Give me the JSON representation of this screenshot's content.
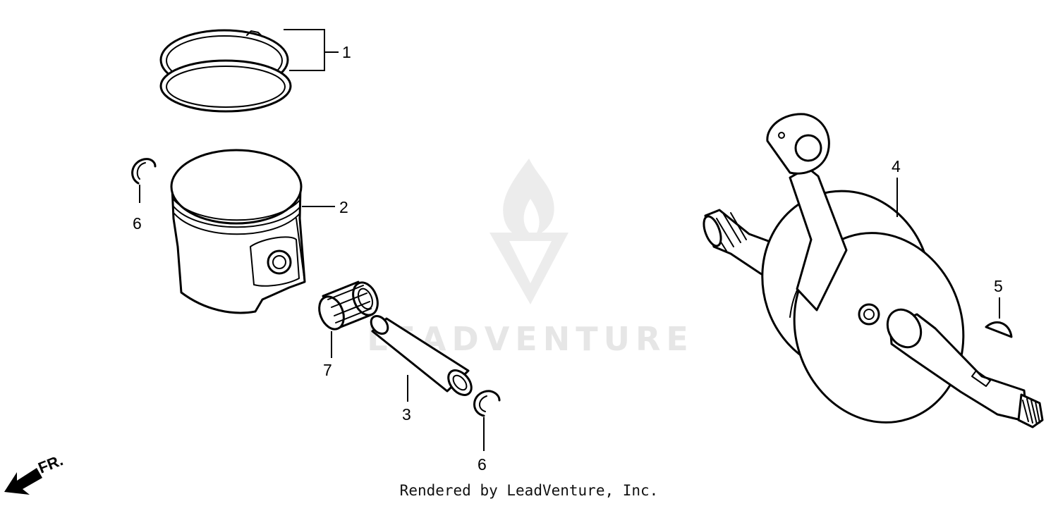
{
  "callouts": {
    "piston_ring_set": "1",
    "piston": "2",
    "piston_pin": "3",
    "crankshaft": "4",
    "woodruff_key": "5",
    "clip_left": "6",
    "clip_right": "6",
    "needle_bearing": "7"
  },
  "direction_label": "FR.",
  "watermark_text": "LEADVENTURE",
  "credit": "Rendered by LeadVenture, Inc.",
  "colors": {
    "line": "#000000",
    "background": "#ffffff",
    "watermark": "#e6e6e6"
  }
}
